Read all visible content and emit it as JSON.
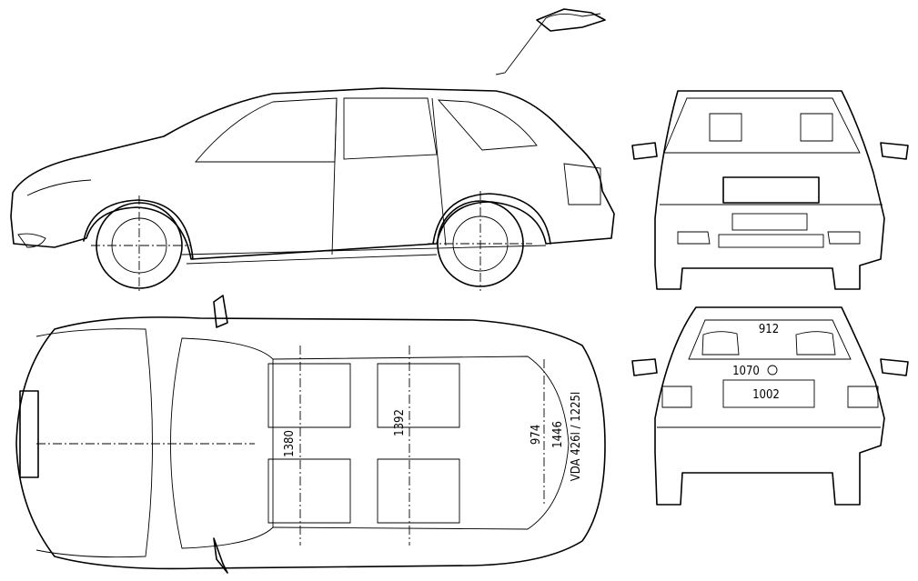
{
  "diagram": {
    "views": [
      "side",
      "front",
      "top",
      "rear"
    ],
    "dimensions": {
      "rear_top_width": "912",
      "rear_mid_width": "1070",
      "rear_bottom_width": "1002",
      "front_seat_width": "1380",
      "rear_seat_width": "1392",
      "boot_width": "974",
      "boot_width_outer": "1446",
      "volume": "VDA 426l / 1225l"
    }
  }
}
